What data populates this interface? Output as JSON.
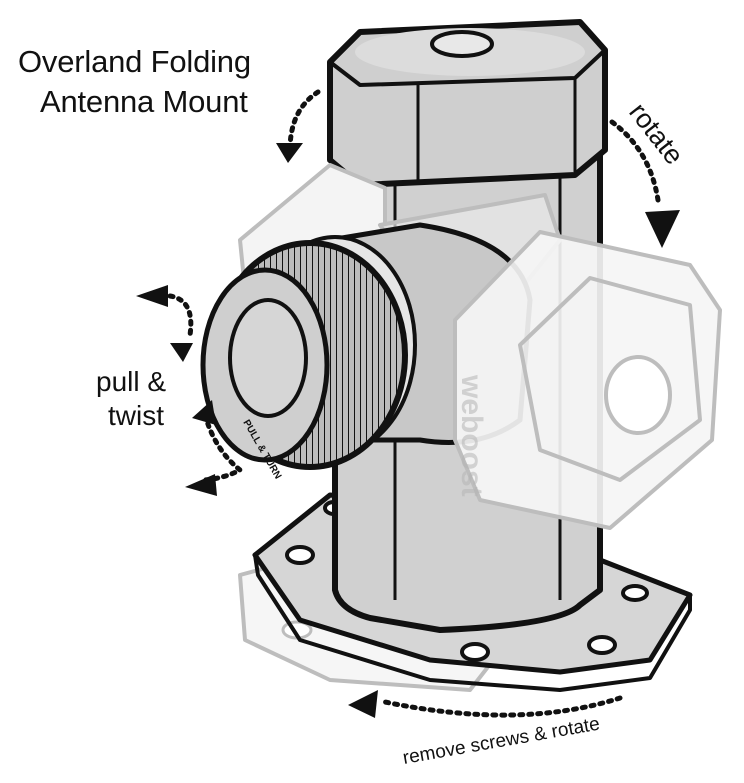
{
  "title": {
    "line1": "Overland Folding",
    "line2": "Antenna Mount"
  },
  "labels": {
    "rotate": "rotate",
    "pull_twist_line1": "pull &",
    "pull_twist_line2": "twist",
    "remove_screws": "remove screws & rotate",
    "knob_text": "PULL & TURN",
    "brand": "weboost"
  },
  "colors": {
    "outline": "#111111",
    "body_fill": "#cfcfcf",
    "ghost_outline": "#b8b8b8",
    "ghost_fill": "#f2f2f2"
  }
}
